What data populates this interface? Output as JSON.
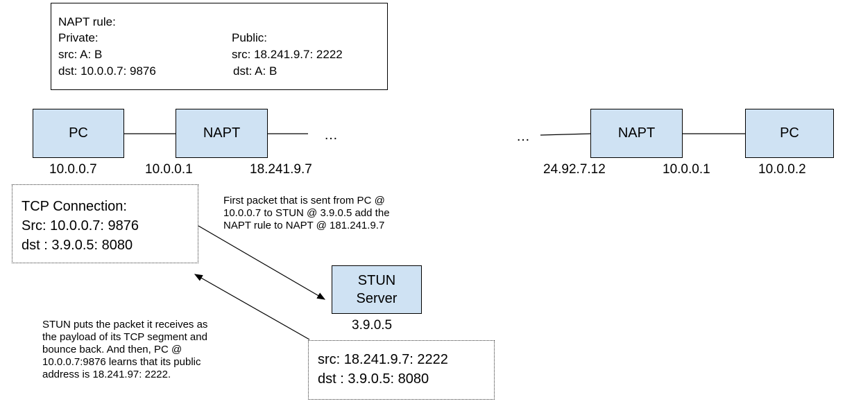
{
  "rule": {
    "title": "NAPT rule:",
    "private_label": "Private:",
    "private_src": "src: A: B",
    "private_dst": "dst: 10.0.0.7: 9876",
    "public_label": "Public:",
    "public_src": "src: 18.241.9.7: 2222",
    "public_dst": "dst: A: B"
  },
  "nodes": {
    "pc_left": "PC",
    "napt_left": "NAPT",
    "napt_right": "NAPT",
    "pc_right": "PC",
    "stun_line1": "STUN",
    "stun_line2": "Server"
  },
  "ips": {
    "pc_left": "10.0.0.7",
    "napt_left_private": "10.0.0.1",
    "napt_left_public": "18.241.9.7",
    "napt_right_public": "24.92.7.12",
    "napt_right_private": "10.0.0.1",
    "pc_right": "10.0.0.2",
    "stun": "3.9.0.5"
  },
  "ellipsis": "…",
  "tcp": {
    "title": "TCP Connection:",
    "src": "Src: 10.0.0.7: 9876",
    "dst": "dst : 3.9.0.5: 8080"
  },
  "reply": {
    "src": "src: 18.241.9.7: 2222",
    "dst": "dst : 3.9.0.5: 8080"
  },
  "notes": {
    "first": [
      "First packet that is sent from PC @",
      "10.0.0.7 to STUN @ 3.9.0.5 add the",
      "NAPT rule to NAPT @ 181.241.9.7"
    ],
    "stun": [
      "STUN puts the packet it receives as",
      "the payload of its TCP segment and",
      "bounce back. And then, PC @",
      "10.0.0.7:9876 learns that its public",
      "address is 18.241.97: 2222."
    ]
  }
}
